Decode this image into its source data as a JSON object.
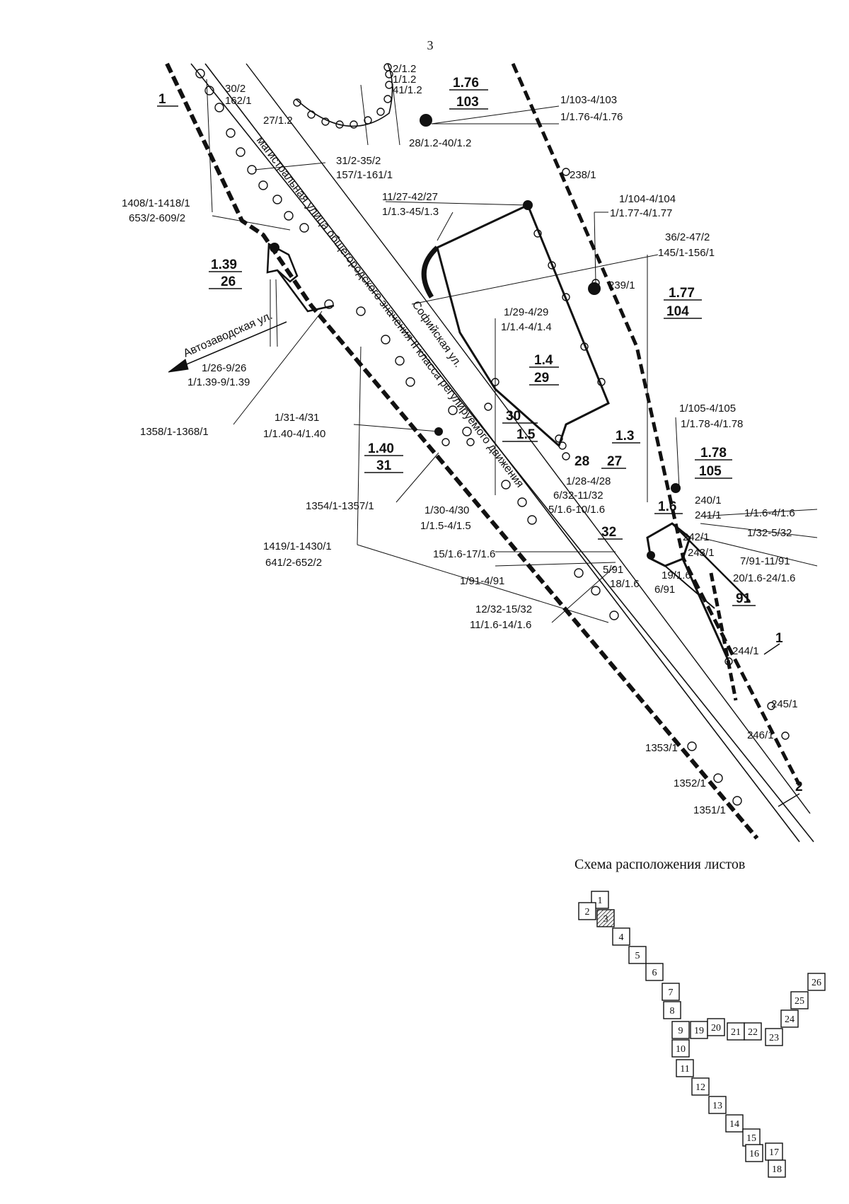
{
  "page": {
    "number": "3"
  },
  "streets": {
    "avtozavodskaya": "Автозаводская ул.",
    "sofiyskaya": "Софийская ул.",
    "magistral": "магистральная улица общегородского значения II класса регулируемого движения"
  },
  "boundaries": {
    "b1_top": "1",
    "b1_mid": "1",
    "b2": "2"
  },
  "labels": {
    "l_2_1_2": "2/1.2",
    "l_1_1_2": "1/1.2",
    "l_41_1_2": "41/1.2",
    "l_30_2": "30/2",
    "l_162_1": "162/1",
    "l_27_1_2": "27/1.2",
    "l_28_40": "28/1.2-40/1.2",
    "l_31_35": "31/2-35/2",
    "l_157_161": "157/1-161/1",
    "l_1408": "1408/1-1418/1",
    "l_653": "653/2-609/2",
    "l_11_27": "11/27-42/27",
    "l_1_1_3": "1/1.3-45/1.3",
    "l_238": "238/1",
    "l_1_103": "1/103-4/103",
    "l_1_1_76": "1/1.76-4/1.76",
    "l_1_104": "1/104-4/104",
    "l_1_1_77": "1/1.77-4/1.77",
    "l_36_2": "36/2-47/2",
    "l_145": "145/1-156/1",
    "l_239": "239/1",
    "l_1_29": "1/29-4/29",
    "l_1_1_4": "1/1.4-4/1.4",
    "l_1_26": "1/26-9/26",
    "l_1_1_39": "1/1.39-9/1.39",
    "l_1358": "1358/1-1368/1",
    "l_1_31": "1/31-4/31",
    "l_1_1_40": "1/1.40-4/1.40",
    "l_1354": "1354/1-1357/1",
    "l_1_30": "1/30-4/30",
    "l_1_1_5": "1/1.5-4/1.5",
    "l_1419": "1419/1-1430/1",
    "l_641": "641/2-652/2",
    "l_15_1_6": "15/1.6-17/1.6",
    "l_1_91": "1/91-4/91",
    "l_12_32": "12/32-15/32",
    "l_11_1_6": "11/1.6-14/1.6",
    "l_1_28": "1/28-4/28",
    "l_6_32": "6/32-11/32",
    "l_5_1_6": "5/1.6-10/1.6",
    "l_1_105": "1/105-4/105",
    "l_1_1_78": "1/1.78-4/1.78",
    "l_240": "240/1",
    "l_241": "241/1",
    "l_242": "242/1",
    "l_243": "243/1",
    "l_1_1_6": "1/1.6-4/1.6",
    "l_1_32": "1/32-5/32",
    "l_7_91": "7/91-11/91",
    "l_20_1_6": "20/1.6-24/1.6",
    "l_5_91": "5/91",
    "l_18_1_6": "18/1.6",
    "l_19_1_6": "19/1.6",
    "l_6_91": "6/91",
    "l_244": "244/1",
    "l_245": "245/1",
    "l_246": "246/1",
    "l_1353": "1353/1",
    "l_1352": "1352/1",
    "l_1351": "1351/1"
  },
  "parcels": {
    "p_1_76": "1.76",
    "p_103": "103",
    "p_1_39": "1.39",
    "p_26": "26",
    "p_1_77": "1.77",
    "p_104": "104",
    "p_1_4": "1.4",
    "p_29": "29",
    "p_30": "30",
    "p_1_5": "1.5",
    "p_1_3": "1.3",
    "p_27": "27",
    "p_28": "28",
    "p_1_40": "1.40",
    "p_31": "31",
    "p_1_78": "1.78",
    "p_105": "105",
    "p_1_6": "1.6",
    "p_32": "32",
    "p_91": "91"
  },
  "sheet_scheme": {
    "title": "Схема расположения листов",
    "sheets": [
      "1",
      "2",
      "3",
      "4",
      "5",
      "6",
      "7",
      "8",
      "9",
      "10",
      "11",
      "12",
      "13",
      "14",
      "15",
      "16",
      "17",
      "18",
      "19",
      "20",
      "21",
      "22",
      "23",
      "24",
      "25",
      "26"
    ],
    "current": "3"
  }
}
